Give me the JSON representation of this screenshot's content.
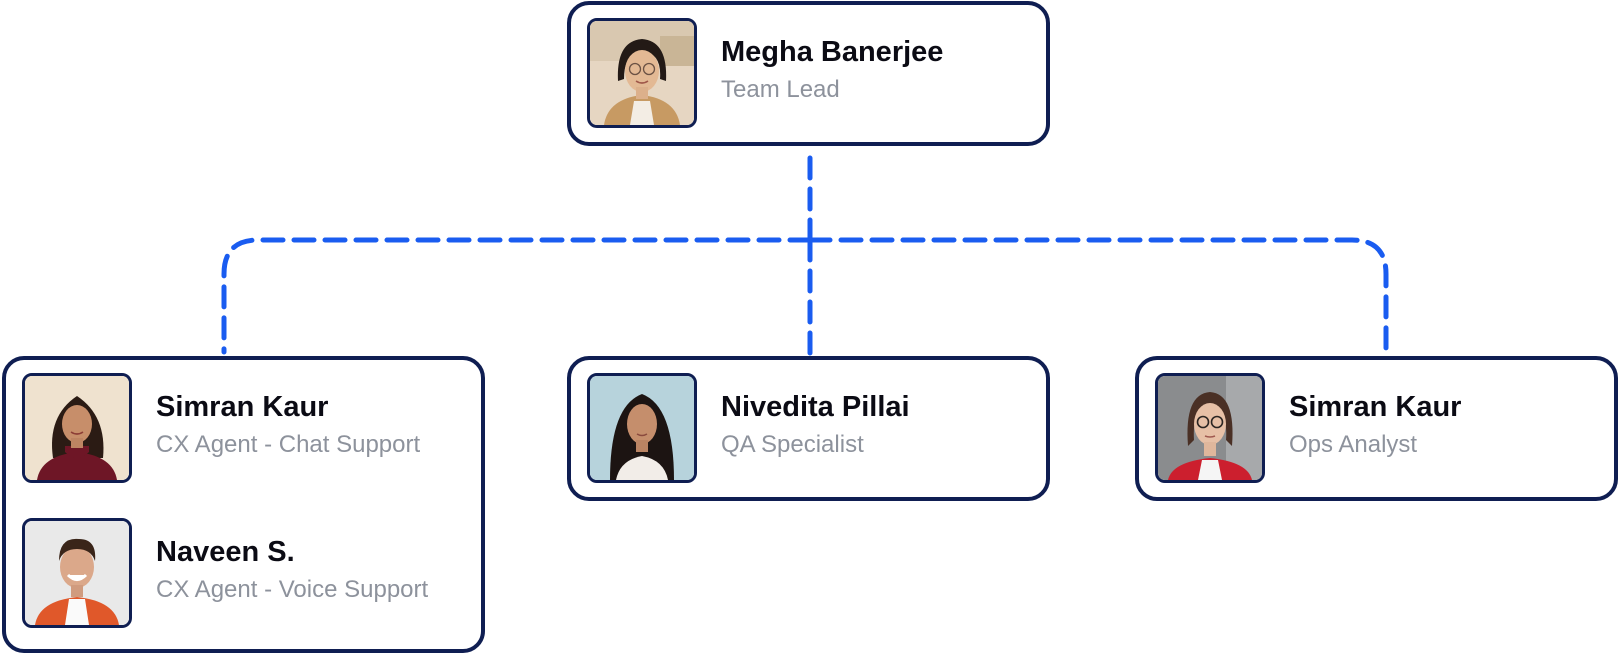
{
  "colors": {
    "card_border": "#0f1e52",
    "connector": "#1a5cf0",
    "name_text": "#0b0b14",
    "role_text": "#8d929c"
  },
  "lead": {
    "name": "Megha Banerjee",
    "role": "Team Lead",
    "photo": "woman-with-glasses-portrait"
  },
  "groups": [
    {
      "members": [
        {
          "name": "Simran Kaur",
          "role": "CX Agent - Chat Support",
          "photo": "woman-maroon-sweater-portrait"
        },
        {
          "name": "Naveen S.",
          "role": "CX Agent - Voice Support",
          "photo": "smiling-man-orange-jacket-portrait"
        }
      ]
    },
    {
      "members": [
        {
          "name": "Nivedita Pillai",
          "role": "QA Specialist",
          "photo": "woman-light-blue-background-portrait"
        }
      ]
    },
    {
      "members": [
        {
          "name": "Simran Kaur",
          "role": "Ops Analyst",
          "photo": "woman-glasses-red-jacket-portrait"
        }
      ]
    }
  ]
}
